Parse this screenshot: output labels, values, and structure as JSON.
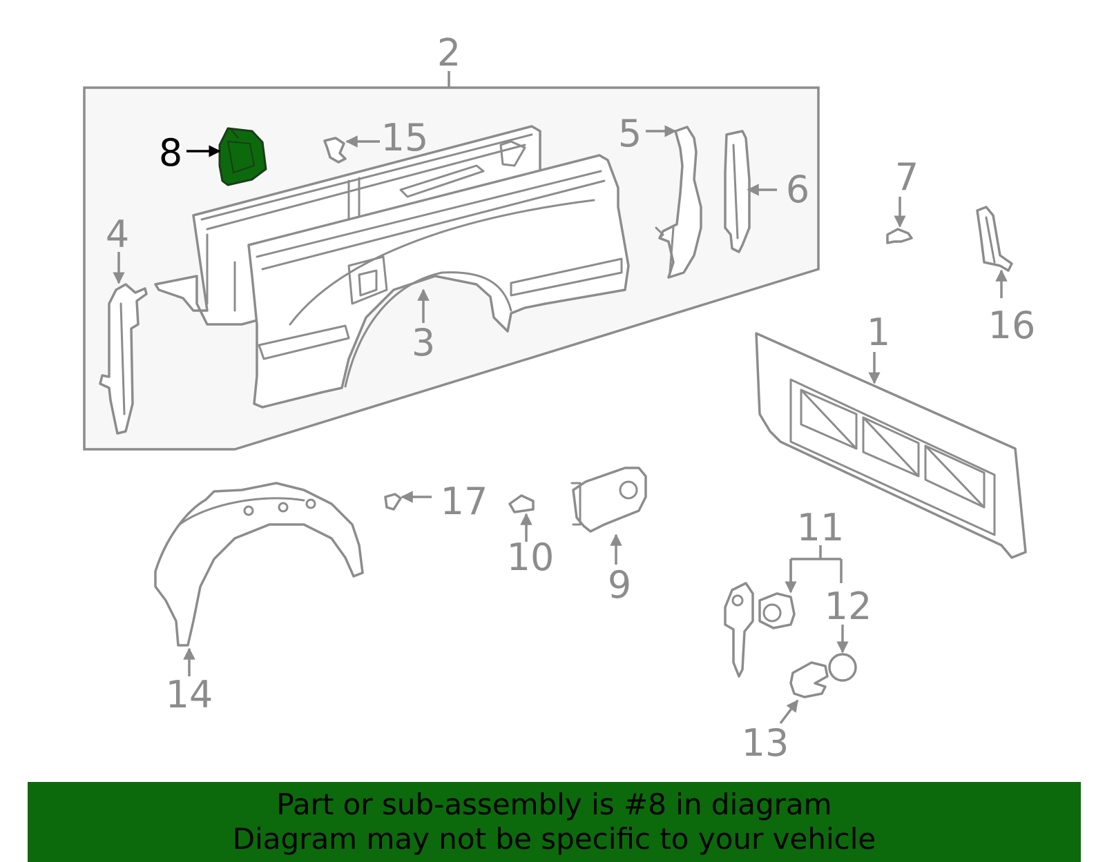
{
  "diagram": {
    "callouts": [
      "1",
      "2",
      "3",
      "4",
      "5",
      "6",
      "7",
      "8",
      "9",
      "10",
      "11",
      "12",
      "13",
      "14",
      "15",
      "16",
      "17"
    ],
    "highlighted_part": "8",
    "highlight_color": "#0c6a0c",
    "line_color": "#8c8c8c",
    "assembly_box_fill": "#f7f7f7"
  },
  "banner": {
    "line1": "Part or sub-assembly is #8 in diagram",
    "line2": "Diagram may not be specific to your vehicle",
    "background": "#0c6a0c"
  }
}
